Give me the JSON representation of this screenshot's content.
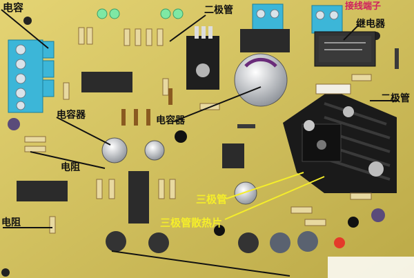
{
  "labels": {
    "capacitor_top_left": "电容",
    "diode_top": "二极管",
    "terminal_block": "接线端子",
    "relay": "继电器",
    "diode_right": "二极管",
    "capacitor_left": "电容器",
    "capacitor_center": "电容器",
    "resistor_left": "电阻",
    "resistor_bottom": "电阻",
    "transistor": "三极管",
    "heatsink": "三极管散热片"
  },
  "colors": {
    "board": "#d8c45e",
    "label_text": "#111111",
    "yellow_label": "#f5ee2a",
    "terminal_block": "#3cb6d8",
    "terminal_label": "#d0205e"
  }
}
